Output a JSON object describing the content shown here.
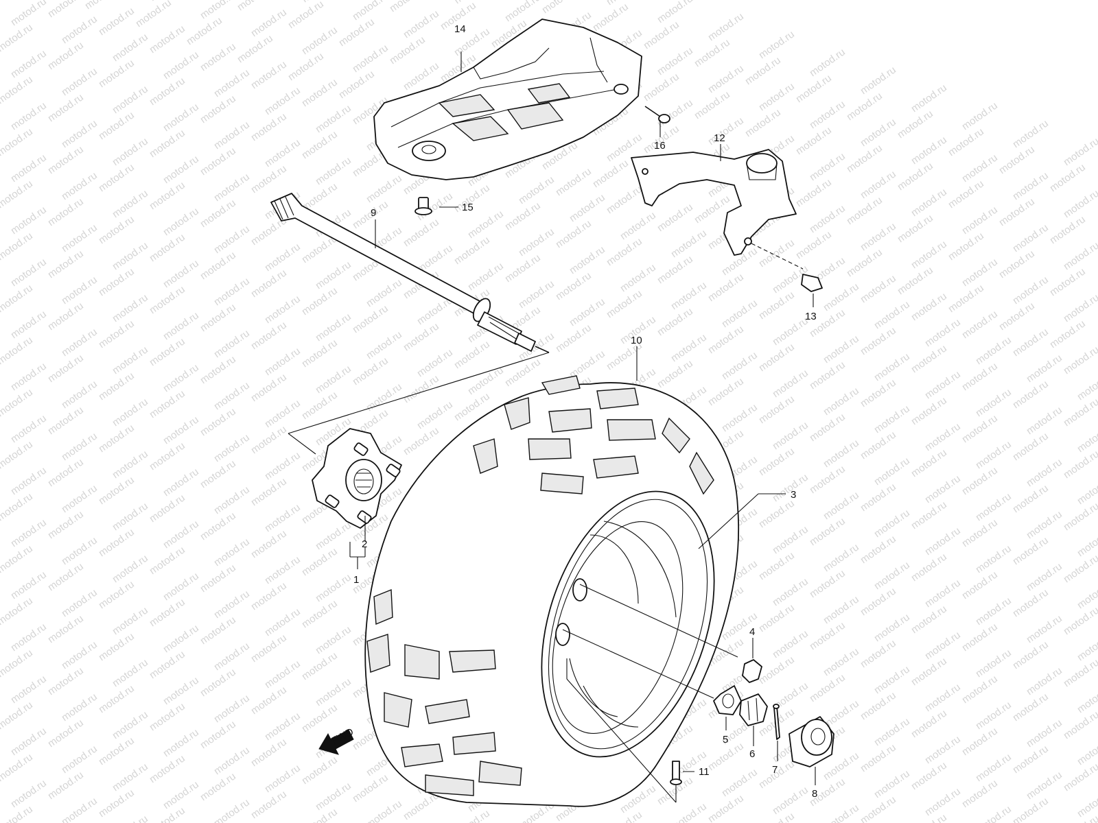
{
  "watermark": "motod.ru",
  "fwd_label": "FWD",
  "callouts": [
    "1",
    "2",
    "3",
    "4",
    "5",
    "6",
    "7",
    "8",
    "9",
    "10",
    "11",
    "12",
    "13",
    "14",
    "15",
    "16"
  ],
  "colors": {
    "line": "#111111",
    "watermark": "#d4d4d4",
    "background": "#ffffff"
  }
}
